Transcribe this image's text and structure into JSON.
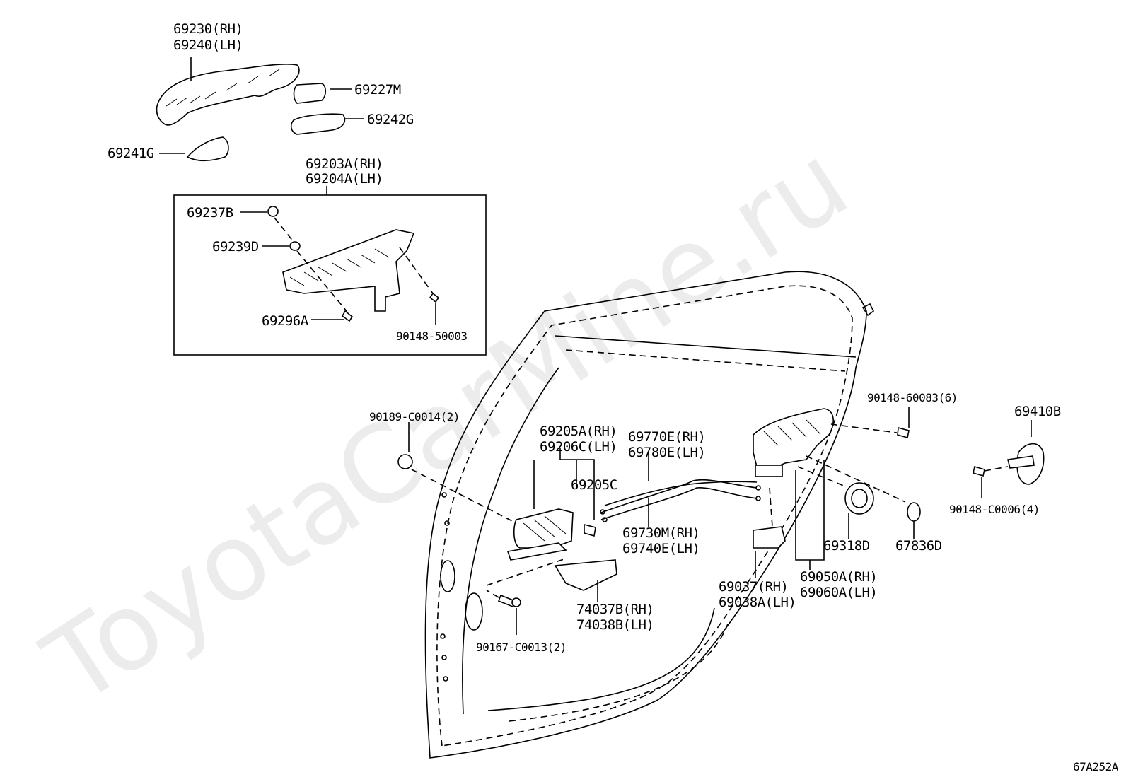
{
  "watermark": "ToyotaCarMine.ru",
  "diagram_code": "67A252A",
  "labels": {
    "p69230": "69230(RH)",
    "p69240": "69240(LH)",
    "p69227M": "69227M",
    "p69242G": "69242G",
    "p69241G": "69241G",
    "p69203A": "69203A(RH)",
    "p69204A": "69204A(LH)",
    "p69237B": "69237B",
    "p69239D": "69239D",
    "p69296A": "69296A",
    "p90148_50003": "90148-50003",
    "p90189": "90189-C0014(2)",
    "p69205A": "69205A(RH)",
    "p69206C_lh": "69206C(LH)",
    "p69205C": "69205C",
    "p69770E": "69770E(RH)",
    "p69780E": "69780E(LH)",
    "p69730M": "69730M(RH)",
    "p69740E": "69740E(LH)",
    "p74037B": "74037B(RH)",
    "p74038B": "74038B(LH)",
    "p90167": "90167-C0013(2)",
    "p69037": "69037(RH)",
    "p69038A": "69038A(LH)",
    "p69050A": "69050A(RH)",
    "p69060A": "69060A(LH)",
    "p69318D": "69318D",
    "p67836D": "67836D",
    "p90148_60083": "90148-60083(6)",
    "p69410B": "69410B",
    "p90148_C0006": "90148-C0006(4)"
  }
}
